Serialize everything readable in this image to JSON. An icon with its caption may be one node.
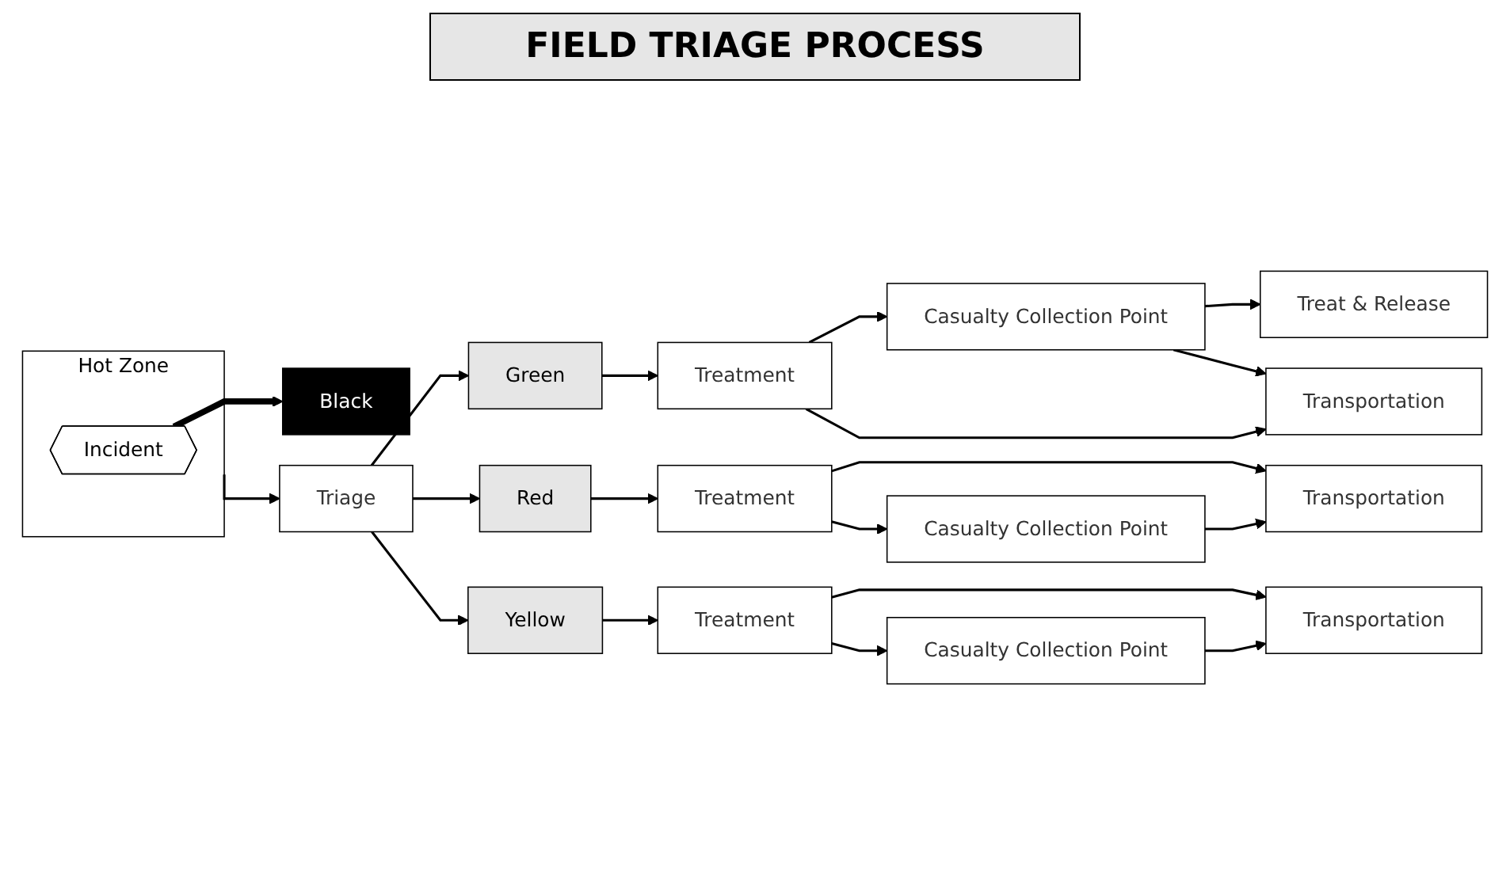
{
  "diagram": {
    "title": "FIELD TRIAGE PROCESS",
    "nodes": [
      {
        "text": [
          "Hot Zone"
        ]
      },
      {
        "text": [
          "Incident"
        ],
        "in": 0
      },
      {
        "text": [
          "Black"
        ]
      },
      {
        "text": [
          "Triage"
        ]
      },
      {
        "text": [
          "Green"
        ]
      },
      {
        "text": [
          "Red"
        ]
      },
      {
        "text": [
          "Yellow"
        ]
      },
      {
        "text": [
          "Treatment"
        ]
      },
      {
        "text": [
          "Casualty Collection Point"
        ]
      },
      {
        "text": [
          "Treat & Release"
        ]
      },
      {
        "text": [
          "Transportation"
        ]
      },
      {
        "text": [
          "Treatment"
        ]
      },
      {
        "text": [
          "Casualty Collection Point"
        ]
      },
      {
        "text": [
          "Transportation"
        ]
      },
      {
        "text": [
          "Treatment"
        ]
      },
      {
        "text": [
          "Transportation"
        ]
      },
      {
        "text": [
          "Casualty Collection Point"
        ]
      }
    ],
    "edges": [
      {
        "from": 1,
        "to": 2,
        "arrow": "to",
        "style": "thick"
      },
      {
        "from": 0,
        "to": 3,
        "arrow": "to"
      },
      {
        "from": 3,
        "to": 4,
        "arrow": "to"
      },
      {
        "from": 3,
        "to": 5,
        "arrow": "to"
      },
      {
        "from": 3,
        "to": 6,
        "arrow": "to"
      },
      {
        "from": 4,
        "to": 7,
        "arrow": "to"
      },
      {
        "from": 7,
        "to": 8,
        "arrow": "to"
      },
      {
        "from": 8,
        "to": 9,
        "arrow": "to"
      },
      {
        "from": 8,
        "to": 10,
        "arrow": "to"
      },
      {
        "from": 7,
        "to": 10,
        "arrow": "to"
      },
      {
        "from": 5,
        "to": 11,
        "arrow": "to"
      },
      {
        "from": 11,
        "to": 12,
        "arrow": "to"
      },
      {
        "from": 11,
        "to": 13,
        "arrow": "to"
      },
      {
        "from": 12,
        "to": 13,
        "arrow": "to"
      },
      {
        "from": 6,
        "to": 14,
        "arrow": "to"
      },
      {
        "from": 14,
        "to": 15,
        "arrow": "to"
      },
      {
        "from": 14,
        "to": 16,
        "arrow": "to"
      },
      {
        "from": 16,
        "to": 15,
        "arrow": "to"
      }
    ]
  }
}
